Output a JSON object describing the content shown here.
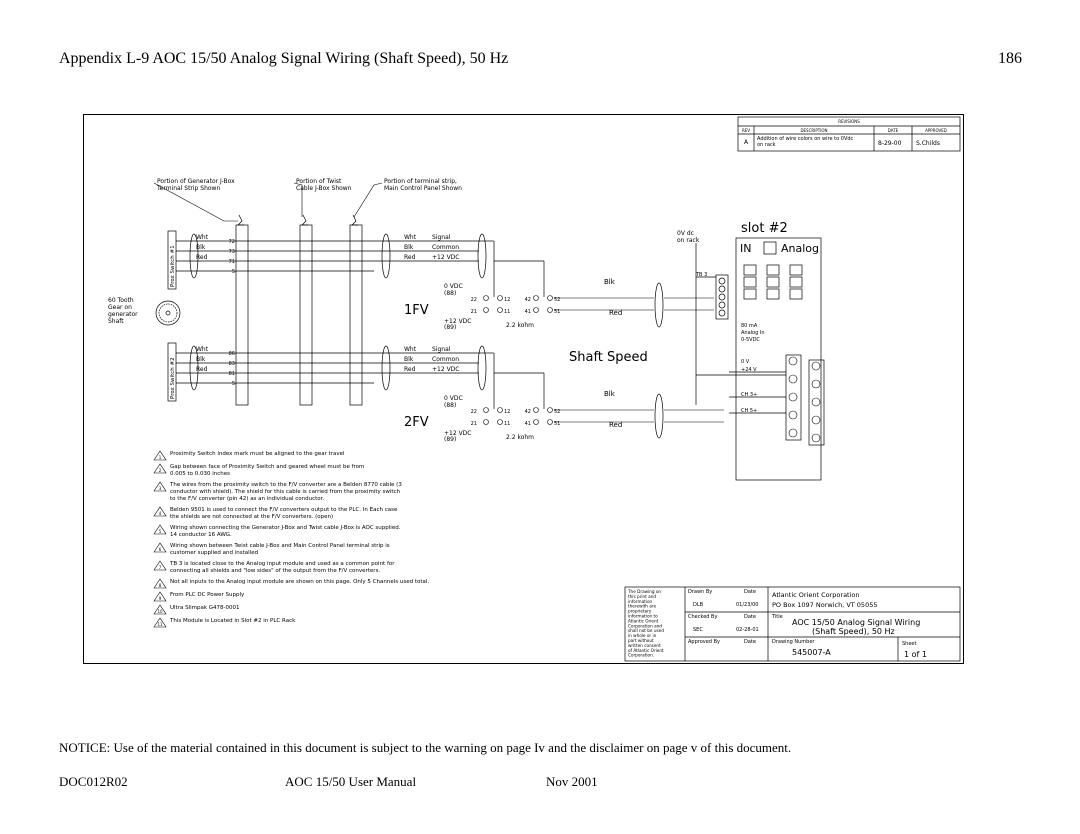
{
  "header": {
    "title": "Appendix L-9   AOC 15/50 Analog Signal Wiring (Shaft Speed), 50 Hz",
    "page_number": "186"
  },
  "revisions": {
    "heading": "REVISIONS",
    "cols": [
      "REV",
      "DESCRIPTION",
      "DATE",
      "APPROVED"
    ],
    "row": {
      "rev": "A",
      "desc1": "Addition of wire colors on wire to 0Vdc",
      "desc2": "on rack",
      "date": "8-29-00",
      "approved": "S.Childs"
    }
  },
  "callouts": {
    "gen": [
      "Portion of Generator J-Box",
      "Terminal Strip Shown"
    ],
    "twist": [
      "Portion of Twist",
      "Cable J-Box Shown"
    ],
    "term": [
      "Portion of terminal strip,",
      "Main Control Panel Shown"
    ]
  },
  "labels": {
    "slot": "slot #2",
    "in": "IN",
    "analog": "Analog",
    "zerov": [
      "0V dc",
      "on rack"
    ],
    "tb3": "TB 3",
    "ma": "80 mA",
    "analog_in": "Analog In",
    "range": "0-5VDC",
    "v0": "0 V",
    "v24": "+24 V",
    "ch3": "CH 3+",
    "ch5": "CH 5+",
    "gear": [
      "60 Tooth",
      "Gear on",
      "generator",
      "Shaft"
    ],
    "prox1": "Prox Switch #1",
    "prox2": "Prox Switch #2",
    "fv1": "1FV",
    "fv2": "2FV",
    "shaft_speed": "Shaft Speed",
    "blk": "Blk",
    "red": "Red",
    "wht": "Wht",
    "signal": "Signal",
    "common": "Common",
    "v12": "+12 VDC",
    "vdc0": "0 VDC",
    "p88": "(88)",
    "vp12": "+12 VDC",
    "p89": "(89)",
    "kohm": "2.2 kohm",
    "t1": [
      "72",
      "73",
      "71",
      "S"
    ],
    "t2": [
      "86",
      "83",
      "81",
      "S"
    ],
    "fvpins": [
      "22",
      "12",
      "42",
      "52",
      "21",
      "11",
      "41",
      "51"
    ]
  },
  "notes": [
    {
      "n": "1",
      "text": [
        "Proximity Switch index mark must be aligned to the gear travel"
      ]
    },
    {
      "n": "2",
      "text": [
        "Gap between face of Proximity Switch and geared wheel must be from",
        "0.005 to 0.030 inches"
      ]
    },
    {
      "n": "3",
      "text": [
        "The wires from the proximity switch to the F/V converter are a Belden 8770 cable (3",
        "conductor with shield).  The shield for this cable is carried from the proximity switch",
        "to the F/V converter (pin 42) as an individual conductor."
      ]
    },
    {
      "n": "4",
      "text": [
        "Belden 9501 is used to connect the F/V converters output to the PLC.  In Each case",
        "the shields are not connected at the F/V converters.  (open)"
      ]
    },
    {
      "n": "5",
      "text": [
        "Wiring shown connecting the Generator J-Box and Twist cable J-Box is AOC supplied.",
        "14 conductor 16 AWG."
      ]
    },
    {
      "n": "6",
      "text": [
        "Wiring shown between Twist cable J-Box and Main Control Panel terminal strip is",
        "customer supplied and installed"
      ]
    },
    {
      "n": "7",
      "text": [
        "TB 3 is located close to the Analog input module and used as a common point for",
        "connecting all shields and \"low sides\" of the output from the F/V converters."
      ]
    },
    {
      "n": "8",
      "text": [
        "Not all inputs to the Analog input module are shown on this page.  Only 5 Channels used total."
      ]
    },
    {
      "n": "9",
      "text": [
        "From PLC DC Power Supply"
      ]
    },
    {
      "n": "10",
      "text": [
        "Ultra Slimpak G478-0001"
      ]
    },
    {
      "n": "11",
      "text": [
        "This Module is Located in Slot #2 in PLC Rack"
      ]
    }
  ],
  "title_block": {
    "legal": [
      "The Drawing on",
      "this print and",
      "information",
      "therewith are",
      "proprietary",
      "information to",
      "Atlantic Orient",
      "Corporation and",
      "shall not be used",
      "in whole or in",
      "part without",
      "written consent",
      "of Atlantic Orient",
      "Corporation."
    ],
    "drawn_by": "Drawn By",
    "date_label": "Date",
    "drawn_name": "DLB",
    "drawn_date": "01/23/00",
    "checked_by": "Checked By",
    "checked_name": "SEC",
    "checked_date": "02-28-01",
    "approved_by": "Approved By",
    "company": "Atlantic Orient Corporation",
    "address": "PO Box 1097 Norwich, VT 05055",
    "title_label": "Title",
    "title1": "AOC 15/50 Analog Signal Wiring",
    "title2": "(Shaft Speed), 50 Hz",
    "drawing_number_label": "Drawing Number",
    "drawing_number": "545007-A",
    "sheet_label": "Sheet",
    "sheet": "1 of 1"
  },
  "notice": "NOTICE:    Use of the material contained in this document is subject to the warning on page Iv and the disclaimer on page v of this document.",
  "footer": {
    "doc": "DOC012R02",
    "manual": "AOC 15/50 User Manual",
    "date": "Nov 2001"
  }
}
